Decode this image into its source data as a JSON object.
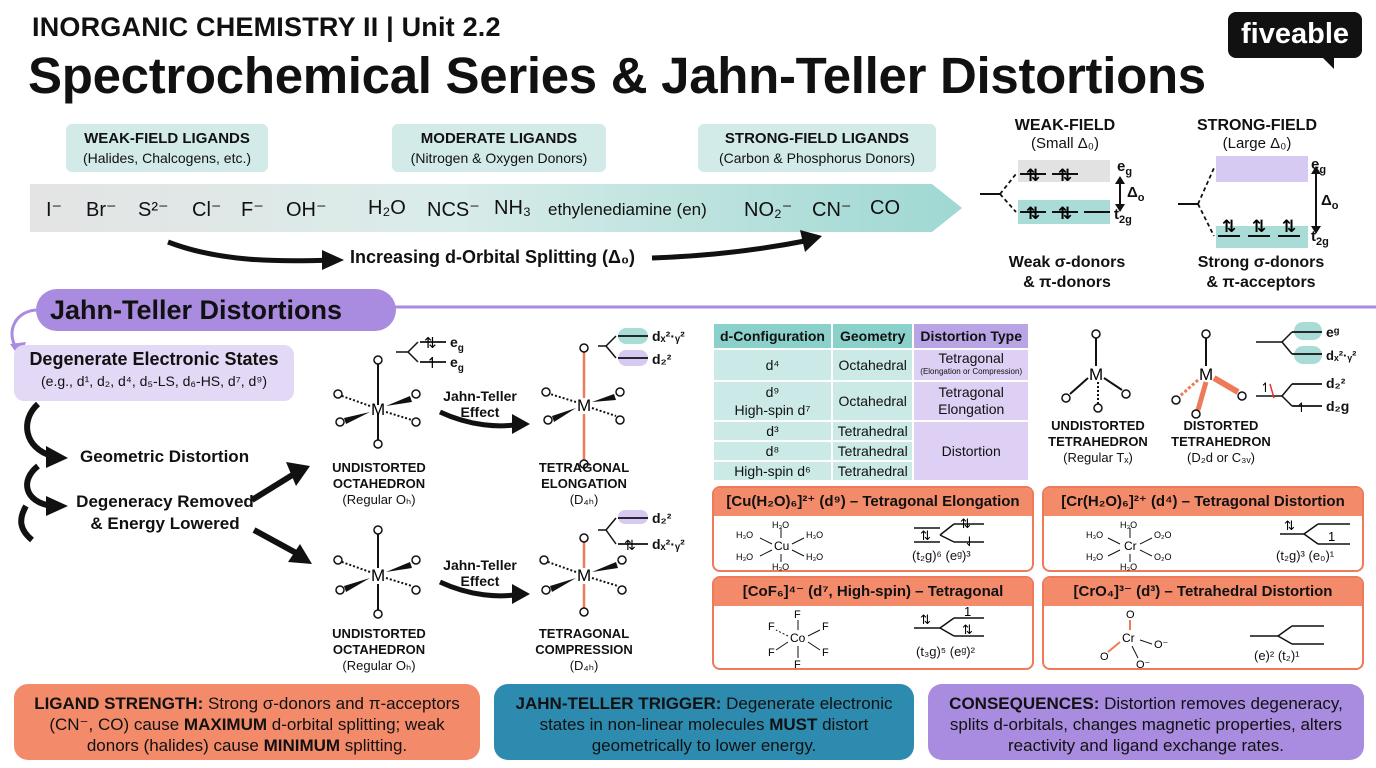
{
  "header": {
    "unit": "INORGANIC CHEMISTRY II  | Unit 2.2",
    "title": "Spectrochemical Series & Jahn-Teller Distortions",
    "logo": "fiveable"
  },
  "series": {
    "weak_tag": {
      "title": "WEAK-FIELD LIGANDS",
      "sub": "(Halides, Chalcogens, etc.)"
    },
    "moderate_tag": {
      "title": "MODERATE LIGANDS",
      "sub": "(Nitrogen & Oxygen Donors)"
    },
    "strong_tag": {
      "title": "STRONG-FIELD LIGANDS",
      "sub": "(Carbon & Phosphorus Donors)"
    },
    "ligands": [
      "I⁻",
      "Br⁻",
      "S²⁻",
      "Cl⁻",
      "F⁻",
      "OH⁻",
      "H₂O",
      "NCS⁻",
      "NH₃",
      "ethylenediamine (en)",
      "NO₂⁻",
      "CN⁻",
      "CO"
    ],
    "arrow_label": "Increasing d-Orbital Splitting (Δ₀)"
  },
  "splitting": {
    "weak": {
      "title": "WEAK-FIELD",
      "sub": "(Small Δ₀)",
      "note1": "Weak σ-donors",
      "note2": "& π-donors"
    },
    "strong": {
      "title": "STRONG-FIELD",
      "sub": "(Large Δ₀)",
      "note1": "Strong σ-donors",
      "note2": "& π-acceptors"
    },
    "eg": "e",
    "eg_sub": "g",
    "t2g": "t",
    "t2g_sub": "2g",
    "delta": "Δ",
    "delta_sub": "o"
  },
  "jt": {
    "pill": "Jahn-Teller Distortions",
    "degenerate_title": "Degenerate Electronic States",
    "degenerate_examples": "(e.g., d¹, d₂, d⁴, d₅-LS, d₆-HS, d⁷, d⁹)",
    "geometric": "Geometric Distortion",
    "removed1": "Degeneracy Removed",
    "removed2": "& Energy Lowered",
    "effect1": "Jahn-Teller",
    "effect2": "Effect",
    "undistorted_oct1": "UNDISTORTED",
    "undistorted_oct2": "OCTAHEDRON",
    "regular_oh": "(Regular Oₕ)",
    "elong1": "TETRAGONAL",
    "elong2": "ELONGATION",
    "comp2": "COMPRESSION",
    "d4h": "(D₄ₕ)",
    "eg": "e",
    "g": "g",
    "dx2y2": "dₓ²·ᵧ²",
    "dz2": "d₂²"
  },
  "table": {
    "headers": [
      "d-Configuration",
      "Geometry",
      "Distortion Type"
    ],
    "rows": [
      {
        "config": "d⁴",
        "geometry": "Octahedral"
      },
      {
        "config": "d⁹",
        "geometry": "Octahedral"
      },
      {
        "config": "High-spin d⁷",
        "geometry": ""
      },
      {
        "config": "d³",
        "geometry": "Tetrahedral"
      },
      {
        "config": "d⁸",
        "geometry": "Tetrahedral"
      },
      {
        "config": "High-spin d⁶",
        "geometry": "Tetrahedral"
      }
    ],
    "dist1": "Tetragonal",
    "dist1_note": "(Elongation or Compression)",
    "dist2a": "Tetragonal",
    "dist2b": "Elongation",
    "dist3": "Distortion"
  },
  "tetra": {
    "und1": "UNDISTORTED",
    "und2": "TETRAHEDRON",
    "und3": "(Regular Tₓ)",
    "dis1": "DISTORTED",
    "dis2": "TETRAHEDRON",
    "dis3": "(D₂d or C₃ᵥ)",
    "eg": "eᵍ",
    "dx2y2": "dₓ²·ᵧ²",
    "dz2": "d₂²",
    "d2g": "d₂g"
  },
  "examples": {
    "cu": {
      "head": "[Cu(H₂O)₆]²⁺ (d⁹) – Tetragonal Elongation",
      "config": "(t₂g)⁶ (eᵍ)³"
    },
    "cr": {
      "head": "[Cr(H₂O)₆]²⁺ (d⁴) – Tetragonal Distortion",
      "config": "(t₂g)³ (e₀)¹"
    },
    "co": {
      "head": "[CoF₆]⁴⁻ (d⁷, High-spin) – Tetragonal",
      "config": "(t₃g)⁵ (eᵍ)²"
    },
    "cro4": {
      "head": "[CrO₄]³⁻ (d³) – Tetrahedral Distortion",
      "config": "(e)² (t₂)¹"
    }
  },
  "bottom": {
    "ligand": {
      "label": "LIGAND STRENGTH:",
      "t1": " Strong σ-donors and π-acceptors (CN⁻, CO) cause ",
      "b1": "MAXIMUM",
      "t2": " d-orbital splitting; weak donors (halides) cause ",
      "b2": "MINIMUM",
      "t3": " splitting."
    },
    "trigger": {
      "label": "JAHN-TELLER TRIGGER:",
      "t1": " Degenerate electronic states in non-linear molecules ",
      "b1": "MUST",
      "t2": " distort geometrically to lower energy."
    },
    "consequences": {
      "label": "CONSEQUENCES:",
      "t1": " Distortion removes degeneracy, splits d-orbitals, changes magnetic properties, alters reactivity and ligand exchange rates."
    }
  },
  "colors": {
    "teal": "#8ad1cc",
    "purple": "#a98be0",
    "orange": "#f38b6b",
    "blue": "#2e8bb0"
  }
}
